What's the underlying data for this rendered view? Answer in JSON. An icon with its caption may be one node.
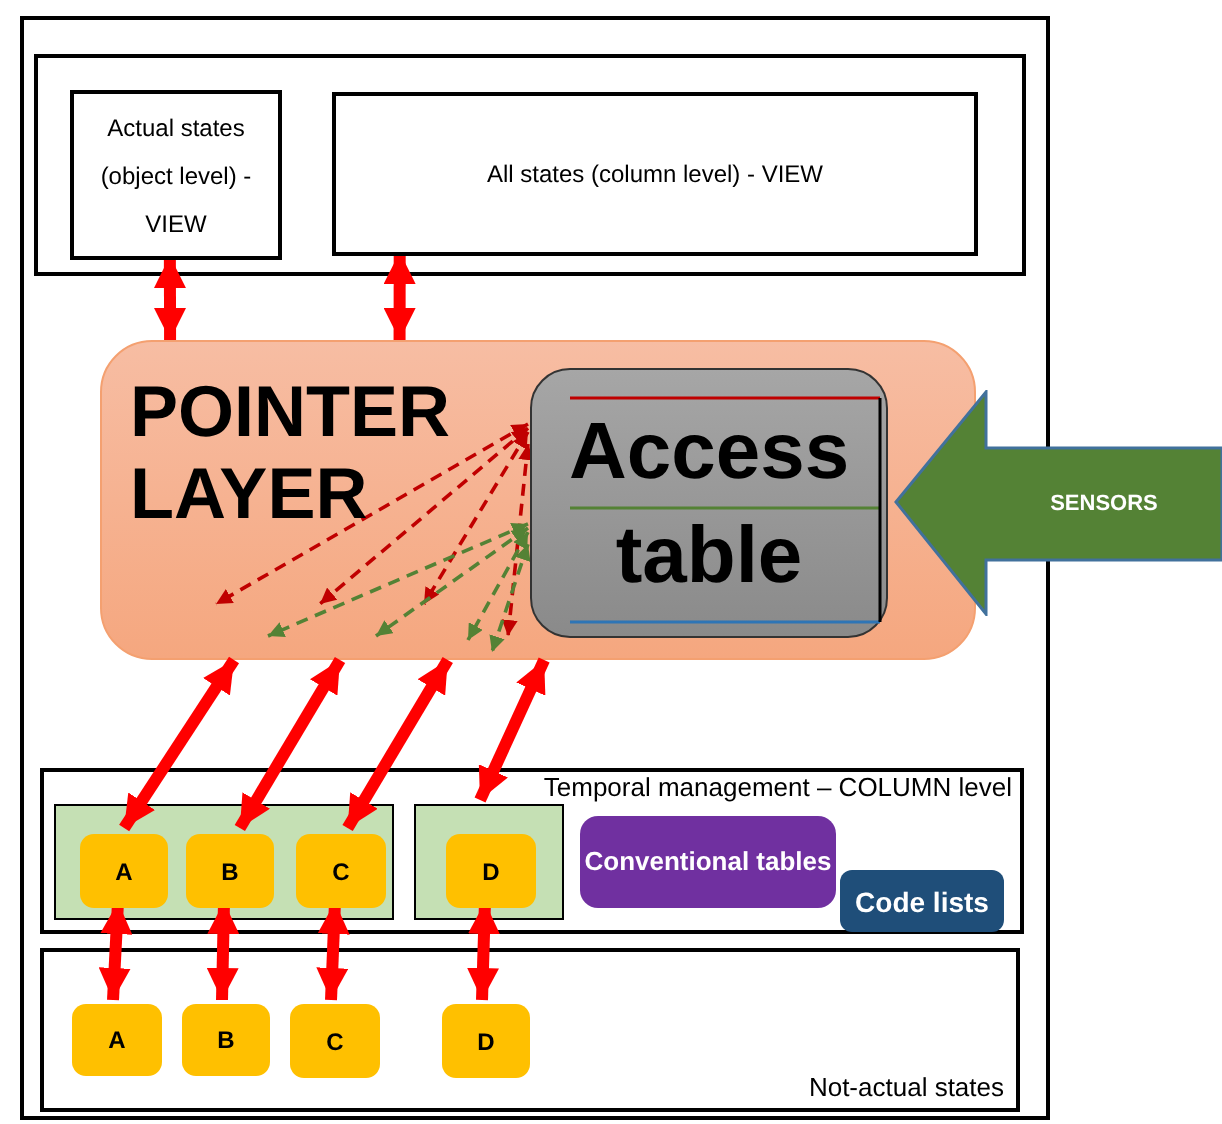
{
  "diagram": {
    "nodes": [
      {
        "text": [],
        "shape": "box"
      },
      {
        "text": [
          "Actual states (object level) - VIEW"
        ],
        "in": 0
      },
      {
        "text": [
          "All states (column level) - VIEW"
        ],
        "in": 0
      },
      {
        "text": [
          "POINTER LAYER"
        ]
      },
      {
        "text": [
          "Access table"
        ],
        "in": 3
      },
      {
        "text": [
          "SENSORS"
        ]
      },
      {
        "text": [
          "Temporal management – COLUMN level"
        ]
      },
      {
        "text": [],
        "shape": "box",
        "in": 6
      },
      {
        "text": [
          "A"
        ],
        "in": 7
      },
      {
        "text": [
          "B"
        ],
        "in": 7
      },
      {
        "text": [
          "C"
        ],
        "in": 7
      },
      {
        "text": [],
        "shape": "box",
        "in": 6
      },
      {
        "text": [
          "D"
        ],
        "in": 11
      },
      {
        "text": [
          "Conventional tables"
        ],
        "in": 6
      },
      {
        "text": [
          "Code lists"
        ],
        "in": 6
      },
      {
        "text": [
          "Not-actual states"
        ]
      },
      {
        "text": [
          "A"
        ],
        "in": 15
      },
      {
        "text": [
          "B"
        ],
        "in": 15
      },
      {
        "text": [
          "C"
        ],
        "in": 15
      },
      {
        "text": [
          "D"
        ],
        "in": 15
      }
    ],
    "edges": [
      {
        "from": 1,
        "to": 3,
        "arrow": "both"
      },
      {
        "from": 2,
        "to": 3,
        "arrow": "both"
      },
      {
        "from": 3,
        "to": 8,
        "arrow": "both"
      },
      {
        "from": 3,
        "to": 9,
        "arrow": "both"
      },
      {
        "from": 3,
        "to": 10,
        "arrow": "both"
      },
      {
        "from": 3,
        "to": 11,
        "arrow": "both"
      },
      {
        "from": 4,
        "to": null,
        "arrow": "both",
        "style": "dashed",
        "color": "#c00000"
      },
      {
        "from": 4,
        "to": null,
        "arrow": "both",
        "style": "dashed",
        "color": "#c00000"
      },
      {
        "from": 4,
        "to": null,
        "arrow": "both",
        "style": "dashed",
        "color": "#c00000"
      },
      {
        "from": 4,
        "to": null,
        "arrow": "both",
        "style": "dashed",
        "color": "#c00000"
      },
      {
        "from": 4,
        "to": null,
        "arrow": "both",
        "style": "dashed",
        "color": "#548235"
      },
      {
        "from": 4,
        "to": null,
        "arrow": "both",
        "style": "dashed",
        "color": "#548235"
      },
      {
        "from": 4,
        "to": null,
        "arrow": "both",
        "style": "dashed",
        "color": "#548235"
      },
      {
        "from": 4,
        "to": null,
        "arrow": "both",
        "style": "dashed",
        "color": "#548235"
      },
      {
        "from": 8,
        "to": 16,
        "arrow": "both"
      },
      {
        "from": 9,
        "to": 17,
        "arrow": "both"
      },
      {
        "from": 10,
        "to": 18,
        "arrow": "both"
      },
      {
        "from": 12,
        "to": 19,
        "arrow": "both"
      }
    ]
  }
}
